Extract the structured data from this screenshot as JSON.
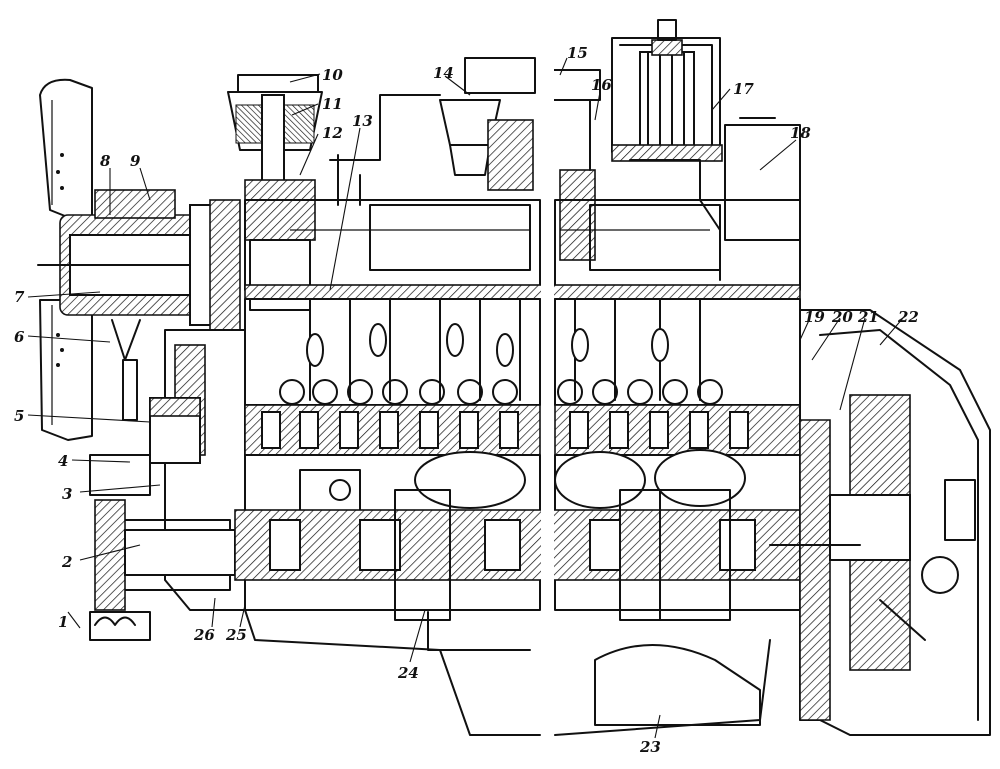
{
  "diagram": {
    "kind": "engine longitudinal section, split view",
    "callouts": [
      {
        "id": "c1",
        "label": "1"
      },
      {
        "id": "c2",
        "label": "2"
      },
      {
        "id": "c3",
        "label": "3"
      },
      {
        "id": "c4",
        "label": "4"
      },
      {
        "id": "c5",
        "label": "5"
      },
      {
        "id": "c6",
        "label": "6"
      },
      {
        "id": "c7",
        "label": "7"
      },
      {
        "id": "c8",
        "label": "8"
      },
      {
        "id": "c9",
        "label": "9"
      },
      {
        "id": "c10",
        "label": "10"
      },
      {
        "id": "c11",
        "label": "11"
      },
      {
        "id": "c12",
        "label": "12"
      },
      {
        "id": "c13",
        "label": "13"
      },
      {
        "id": "c14",
        "label": "14"
      },
      {
        "id": "c15",
        "label": "15"
      },
      {
        "id": "c16",
        "label": "16"
      },
      {
        "id": "c17",
        "label": "17"
      },
      {
        "id": "c18",
        "label": "18"
      },
      {
        "id": "c19",
        "label": "19"
      },
      {
        "id": "c20",
        "label": "20"
      },
      {
        "id": "c21",
        "label": "21"
      },
      {
        "id": "c22",
        "label": "22"
      },
      {
        "id": "c23",
        "label": "23"
      },
      {
        "id": "c24",
        "label": "24"
      },
      {
        "id": "c25",
        "label": "25"
      },
      {
        "id": "c26",
        "label": "26"
      }
    ]
  }
}
